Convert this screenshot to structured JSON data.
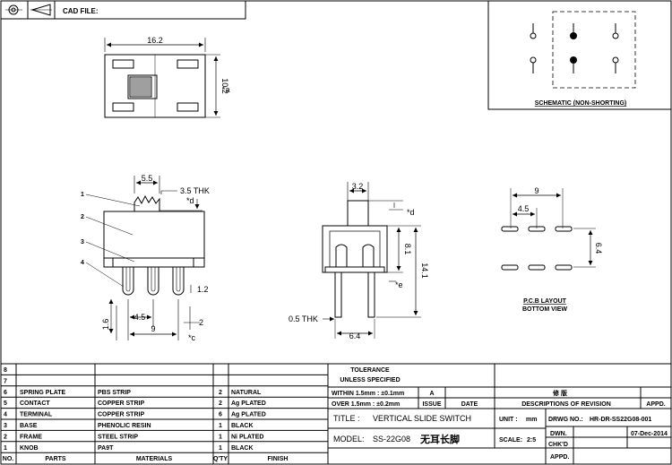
{
  "header": {
    "cad_label": "CAD FILE:"
  },
  "top_view": {
    "width_dim": "16.2",
    "height_dim": "10.2",
    "height_suffix": "*a"
  },
  "schematic": {
    "label": "SCHEMATIC (NON-SHORTING)"
  },
  "side_view": {
    "callouts": [
      "1",
      "2",
      "3",
      "4"
    ],
    "dim_pitch": "5.5",
    "dim_thk": "3.5  THK",
    "dim_d": "*d",
    "dim_pin": "1.2",
    "dim_45": "4.5",
    "dim_16": "1.6",
    "dim_2": "2",
    "dim_9": "9",
    "dim_c": "*c"
  },
  "end_view": {
    "dim_knob": "3.2",
    "dim_d": "*d",
    "dim_81": "8.1",
    "dim_141": "14.1",
    "dim_e": "*e",
    "dim_thk": "0.5  THK",
    "dim_64": "6.4"
  },
  "pcb": {
    "dim_9": "9",
    "dim_45": "4.5",
    "dim_64": "6.4",
    "label1": "P.C.B  LAYOUT",
    "label2": "BOTTOM  VIEW"
  },
  "bom": {
    "rows": [
      {
        "no": "8",
        "part": "",
        "material": "",
        "qty": "",
        "finish": ""
      },
      {
        "no": "7",
        "part": "",
        "material": "",
        "qty": "",
        "finish": ""
      },
      {
        "no": "6",
        "part": "SPRING PLATE",
        "material": "PBS STRIP",
        "qty": "2",
        "finish": "NATURAL"
      },
      {
        "no": "5",
        "part": "CONTACT",
        "material": "COPPER STRIP",
        "qty": "2",
        "finish": "Ag PLATED"
      },
      {
        "no": "4",
        "part": "TERMINAL",
        "material": "COPPER STRIP",
        "qty": "6",
        "finish": "Ag PLATED"
      },
      {
        "no": "3",
        "part": "BASE",
        "material": "PHENOLIC RESIN",
        "qty": "1",
        "finish": "BLACK"
      },
      {
        "no": "2",
        "part": "FRAME",
        "material": "STEEL STRIP",
        "qty": "1",
        "finish": "Ni PLATED"
      },
      {
        "no": "1",
        "part": "KNOB",
        "material": "PA9T",
        "qty": "1",
        "finish": "BLACK"
      }
    ],
    "header": {
      "no": "NO.",
      "part": "PARTS",
      "material": "MATERIALS",
      "qty": "Q'TY",
      "finish": "FINISH"
    }
  },
  "tolerance": {
    "title": "TOLERANCE",
    "subtitle": "UNLESS  SPECIFIED",
    "within": "WITHIN 1.5mm : ±0.1mm",
    "over": "OVER 1.5mm : ±0.2mm"
  },
  "revision": {
    "issue_value": "A",
    "issue": "ISSUE",
    "date": "DATE",
    "cn_title": "修 版",
    "descriptions": "DESCRIPTIONS  OF  REVISION",
    "appd": "APPD."
  },
  "title_block": {
    "title_label": "TITLE :",
    "title_value": "VERTICAL  SLIDE  SWITCH",
    "unit_label": "UNIT :",
    "unit_value": "mm",
    "drwg_label": "DRWG NO.:",
    "drwg_value": "HR-DR-SS22G08-001",
    "model_label": "MODEL:",
    "model_value": "SS-22G08",
    "model_cn": "无耳长脚",
    "scale_label": "SCALE:",
    "scale_value": "2:5",
    "dwn": "DWN.",
    "dwn_date": "07-Dec-2014",
    "chkd": "CHK'D",
    "appd": "APPD."
  }
}
